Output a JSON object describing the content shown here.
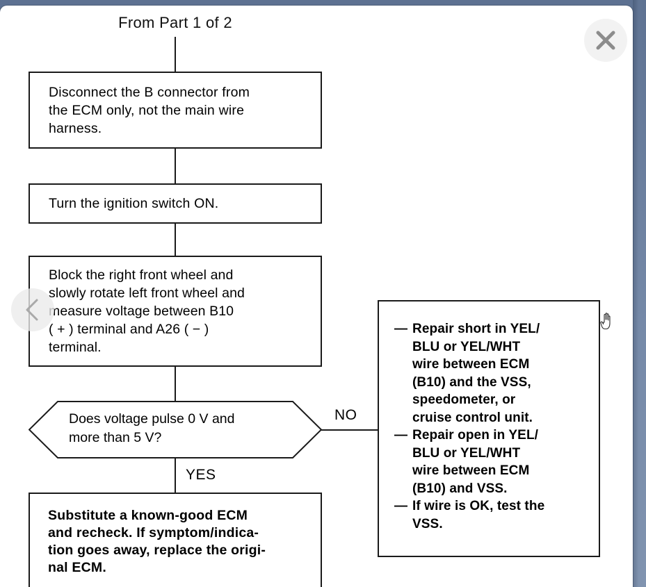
{
  "viewer": {
    "close_label": "close-icon",
    "prev_label": "previous-page-icon",
    "cursor": "hand-pointer"
  },
  "diagram": {
    "title": "From Part 1 of 2",
    "nodes": {
      "disconnect": "Disconnect the B connector from\nthe ECM only, not the main wire\nharness.",
      "ignition": "Turn the ignition switch ON.",
      "block": "Block  the  right  front  wheel  and\nslowly rotate left front wheel and\nmeasure  voltage  between  B10\n( + )  terminal   and   A26   ( − )\nterminal.",
      "decision": "Does voltage pulse 0 V and\nmore than 5 V?",
      "substitute": "Substitute  a  known-good  ECM\nand recheck. If symptom/indica-\ntion goes away, replace the origi-\nnal ECM."
    },
    "edge_labels": {
      "yes": "YES",
      "no": "NO"
    },
    "repair_box": {
      "dash": "—",
      "items": [
        "Repair short in YEL/\nBLU   or   YEL/WHT\nwire  between  ECM\n(B10) and the VSS,\nspeedometer,    or\ncruise control unit.",
        "Repair open in YEL/\nBLU   or   YEL/WHT\nwire  between  ECM\n(B10) and VSS.",
        "If wire is OK, test the\nVSS."
      ]
    }
  },
  "colors": {
    "chrome": "#6b7f9e",
    "page": "#ffffff",
    "ink": "#1a1a1a",
    "button_bg": "#f2f2f2",
    "button_glyph": "#8c8c8c"
  }
}
